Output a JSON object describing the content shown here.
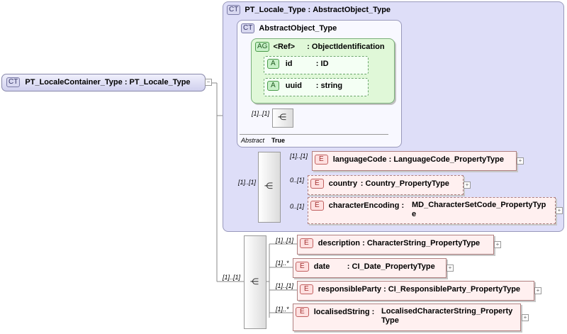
{
  "root": {
    "badge": "CT",
    "name": "PT_LocaleContainer_Type",
    "sep": ":",
    "type": "PT_Locale_Type"
  },
  "outer": {
    "badge": "CT",
    "name": "PT_Locale_Type",
    "sep": ":",
    "type": "AbstractObject_Type"
  },
  "inner": {
    "badge": "CT",
    "name": "AbstractObject_Type",
    "abstract_label": "Abstract",
    "abstract_value": "True"
  },
  "attr_group": {
    "badge": "AG",
    "name": "<Ref>",
    "sep": ":",
    "type": "ObjectIdentification"
  },
  "attributes": [
    {
      "badge": "A",
      "name": "id",
      "sep": ":",
      "type": "ID"
    },
    {
      "badge": "A",
      "name": "uuid",
      "sep": ":",
      "type": "string"
    }
  ],
  "inner_seq_mult": "[1]..[1]",
  "locale_seq_mult": "[1]..[1]",
  "locale_elements": [
    {
      "badge": "E",
      "mult": "[1]..[1]",
      "name": "languageCode",
      "sep": ":",
      "type": "LanguageCode_PropertyType",
      "optional": false
    },
    {
      "badge": "E",
      "mult": "0..[1]",
      "name": "country",
      "sep": ":",
      "type": "Country_PropertyType",
      "optional": true
    },
    {
      "badge": "E",
      "mult": "0..[1]",
      "name": "characterEncoding",
      "sep": ":",
      "type_line1": "MD_CharacterSetCode_PropertyTyp",
      "type_line2": "e",
      "optional": true
    }
  ],
  "container_seq_mult": "[1]..[1]",
  "container_elements": [
    {
      "badge": "E",
      "mult": "[1]..[1]",
      "name": "description",
      "sep": ":",
      "type": "CharacterString_PropertyType"
    },
    {
      "badge": "E",
      "mult": "[1]..*",
      "name": "date",
      "sep": ":",
      "type": "CI_Date_PropertyType"
    },
    {
      "badge": "E",
      "mult": "[1]..[1]",
      "name": "responsibleParty",
      "sep": ":",
      "type": "CI_ResponsibleParty_PropertyType"
    },
    {
      "badge": "E",
      "mult": "[1]..*",
      "name": "localisedString",
      "sep": ":",
      "type_line1": "LocalisedCharacterString_Property",
      "type_line2": "Type"
    }
  ],
  "icons": {
    "expand": "plus-icon",
    "collapse": "minus-icon",
    "sequence": "sequence-icon"
  },
  "colors": {
    "complex_type_fill": "#dedef8",
    "attribute_group_fill": "#e0f8d8",
    "element_fill": "#fff0f0"
  }
}
